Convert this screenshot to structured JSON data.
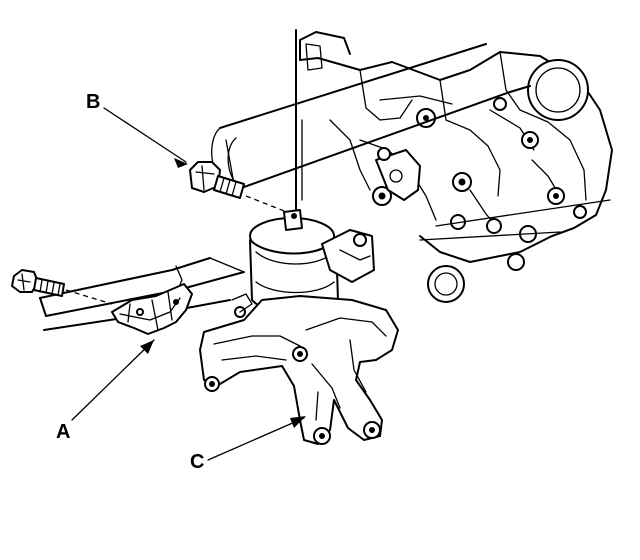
{
  "diagram": {
    "callouts": [
      {
        "id": "a",
        "label": "A",
        "part": "bracket"
      },
      {
        "id": "b",
        "label": "B",
        "part": "bolt"
      },
      {
        "id": "c",
        "label": "C",
        "part": "mount"
      }
    ],
    "colors": {
      "ink": "#000000",
      "paper": "#ffffff"
    }
  }
}
